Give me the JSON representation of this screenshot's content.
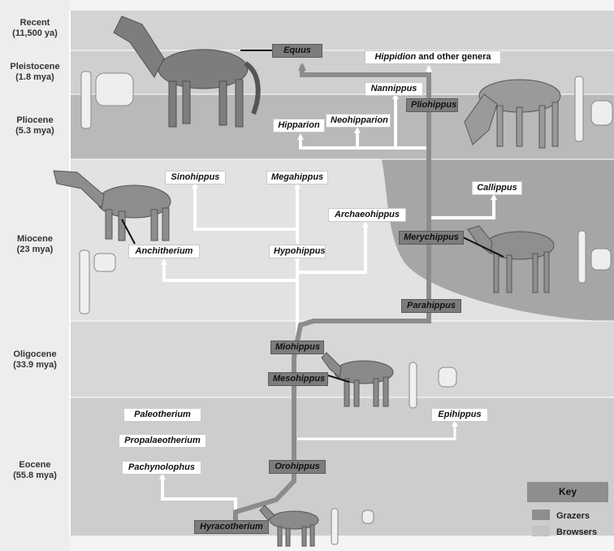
{
  "epochs": [
    {
      "name": "Recent",
      "age": "(11,500 ya)"
    },
    {
      "name": "Pleistocene",
      "age": "(1.8 mya)"
    },
    {
      "name": "Pliocene",
      "age": "(5.3 mya)"
    },
    {
      "name": "Miocene",
      "age": "(23 mya)"
    },
    {
      "name": "Oligocene",
      "age": "(33.9 mya)"
    },
    {
      "name": "Eocene",
      "age": "(55.8 mya)"
    }
  ],
  "taxa": {
    "equus": "Equus",
    "hippidion": "Hippidion",
    "hippidion_suffix": " and other genera",
    "nannippus": "Nannippus",
    "pliohippus": "Pliohippus",
    "hipparion": "Hipparion",
    "neohipparion": "Neohipparion",
    "sinohippus": "Sinohippus",
    "megahippus": "Megahippus",
    "callippus": "Callippus",
    "archaeohippus": "Archaeohippus",
    "merychippus": "Merychippus",
    "anchitherium": "Anchitherium",
    "hypohippus": "Hypohippus",
    "parahippus": "Parahippus",
    "miohippus": "Miohippus",
    "mesohippus": "Mesohippus",
    "paleotherium": "Paleotherium",
    "epihippus": "Epihippus",
    "propalaeotherium": "Propalaeotherium",
    "pachynolophus": "Pachynolophus",
    "orohippus": "Orohippus",
    "hyracotherium": "Hyracotherium"
  },
  "key": {
    "title": "Key",
    "grazers": "Grazers",
    "browsers": "Browsers"
  },
  "colors": {
    "band_light": "#dcdcdc",
    "band_mid": "#c9c9c9",
    "band_dark": "#b4b4b4",
    "grazer_region": "#a6a6a6",
    "grazer_line": "#8c8c8c",
    "browser_line": "#ffffff",
    "grazer_fill": "#7c7c7c",
    "browser_fill": "#ffffff",
    "epoch_column": "#ececec"
  }
}
